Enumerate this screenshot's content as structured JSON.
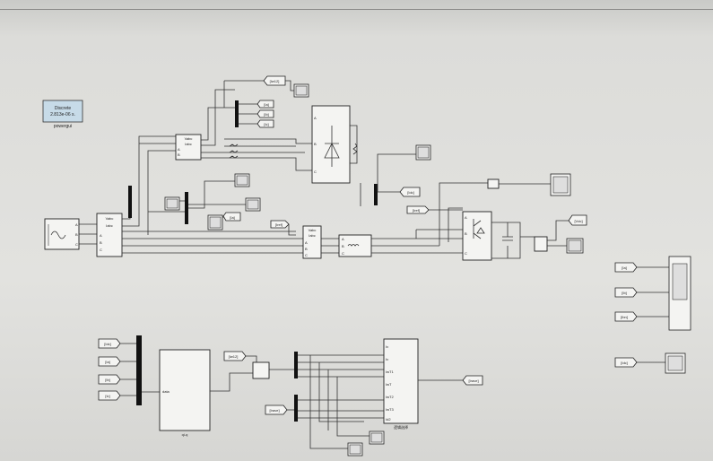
{
  "powergui": {
    "mode": "Discrete",
    "sample_time": "2.813e-06 s.",
    "label": "powergui"
  },
  "measurement_blocks": {
    "port_vabc": "Vabc",
    "port_iabc": "Iabc",
    "phase_a": "A",
    "phase_b": "B",
    "phase_c": "C",
    "port_a": "a",
    "port_b": "b",
    "port_c": "c"
  },
  "goto_tags": {
    "iw12": "[Iw12]",
    "ia": "[Ia]",
    "ib": "[Ib]",
    "ic": "[Ic]",
    "idc": "[Idc]",
    "iref": "[Iref]",
    "iave": "[Irave]",
    "vdc": "[Vdc]"
  },
  "from_tags_left": [
    "[Idc]",
    "[Ia]",
    "[Ib]",
    "[Ic]"
  ],
  "from_tags_right": [
    "[Ia]",
    "[Ib]",
    "[Ibn]",
    "[Idc]"
  ],
  "from_tags_mid": {
    "iw12": "[Iw12]",
    "iave": "[Irave]"
  },
  "rectifier": {
    "port_a": "A",
    "port_b": "B",
    "port_c": "C"
  },
  "subsystem_left": {
    "port": "data",
    "label": "qi-q"
  },
  "subsystem_right": {
    "label": "逻辑选择",
    "ports": [
      "Iv",
      "Iv",
      "IwT1",
      "IwT",
      "IwT2",
      "IwT3",
      "Id2"
    ]
  },
  "signal_labels": {
    "s1": "[Idc]",
    "s2": "[Irave]"
  }
}
